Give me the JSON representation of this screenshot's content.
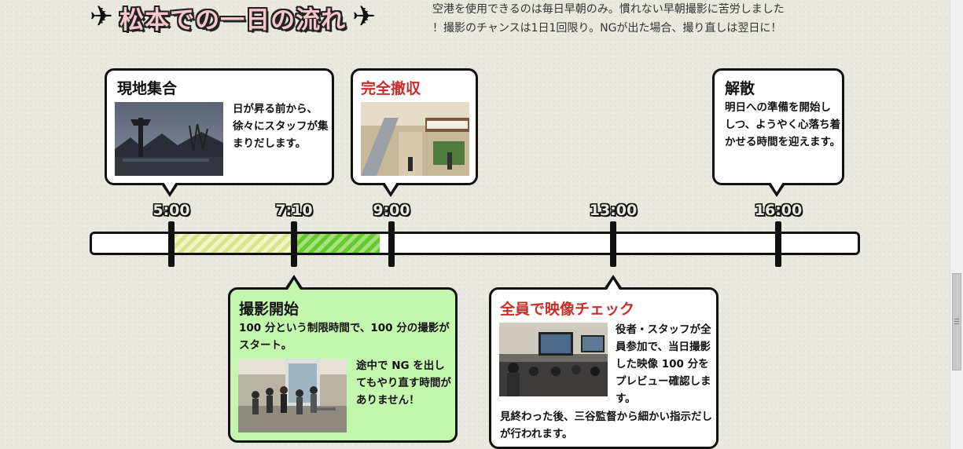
{
  "heading": {
    "title": "松本での一日の流れ",
    "plane_glyph": "✈"
  },
  "intro": {
    "line1": "空港を使用できるのは毎日早朝のみ。慣れない早朝撮影に苦労しました",
    "line2": "！撮影のチャンスは1日1回限り。NGが出た場合、撮り直しは翌日に！"
  },
  "timeline": {
    "times": [
      "5:00",
      "7:10",
      "9:00",
      "13:00",
      "16:00"
    ],
    "colors": {
      "yellow_stripe": "#d9e58c",
      "green_stripe": "#63c92f",
      "label_fill": "#e9e8e0"
    }
  },
  "events": {
    "genchi": {
      "title": "現地集合",
      "text": "日が昇る前から、徐々にスタッフが集まりだします。",
      "photo": "airport-exterior-dawn-photo"
    },
    "kanzen": {
      "title": "完全撤収",
      "text": "",
      "photo": "terminal-interior-photo"
    },
    "kaisan": {
      "title": "解散",
      "text": "明日への準備を開始ししつ、ようやく心落ち着かせる時間を迎えます。"
    },
    "satsuei": {
      "title": "撮影開始",
      "text_top": "100 分という制限時間で、100 分の撮影がスタート。",
      "text_side": "途中で NG を出してもやり直す時間がありません！",
      "photo": "filming-crew-photo"
    },
    "zenin": {
      "title": "全員で映像チェック",
      "text_side": "役者・スタッフが全員参加で、当日撮影した映像 100 分をプレビュー確認します。",
      "text_bottom": "見終わった後、三谷監督から細かい指示だしが行われます。",
      "photo": "screening-room-photo"
    }
  },
  "colors": {
    "red_title": "#cc2b2b",
    "green_bubble": "#c2f7ad",
    "heading_pink": "#f6c7cc"
  }
}
